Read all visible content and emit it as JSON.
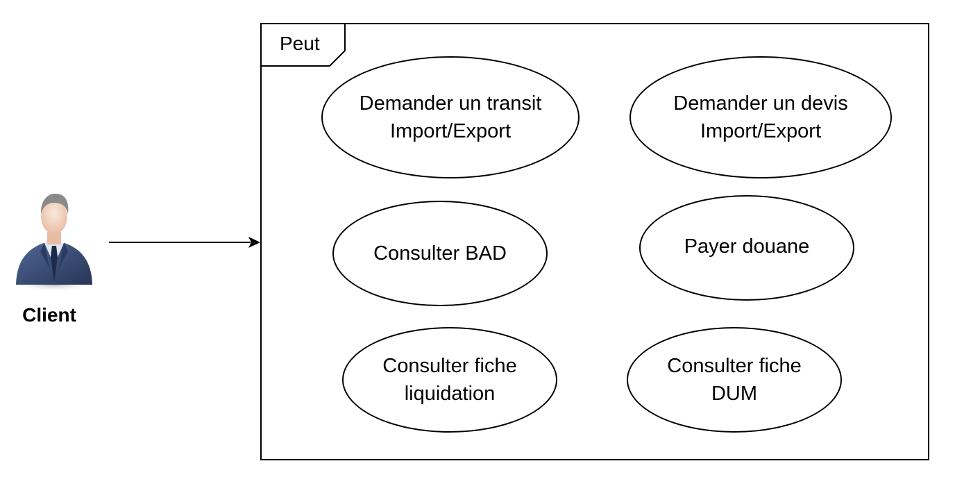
{
  "actor": {
    "name": "Client",
    "icon": "businessman-icon"
  },
  "frame": {
    "label": "Peut"
  },
  "use_cases": [
    {
      "label": "Demander un transit\nImport/Export"
    },
    {
      "label": "Demander un devis\nImport/Export"
    },
    {
      "label": "Consulter BAD"
    },
    {
      "label": "Payer douane"
    },
    {
      "label": "Consulter fiche\nliquidation"
    },
    {
      "label": "Consulter fiche\nDUM"
    }
  ],
  "colors": {
    "suit": "#3a4f7a",
    "shirt": "#dfe6f0",
    "tie": "#1e2a4a",
    "hair": "#8a8a8a",
    "skin": "#f2d6c4",
    "line": "#000000"
  }
}
